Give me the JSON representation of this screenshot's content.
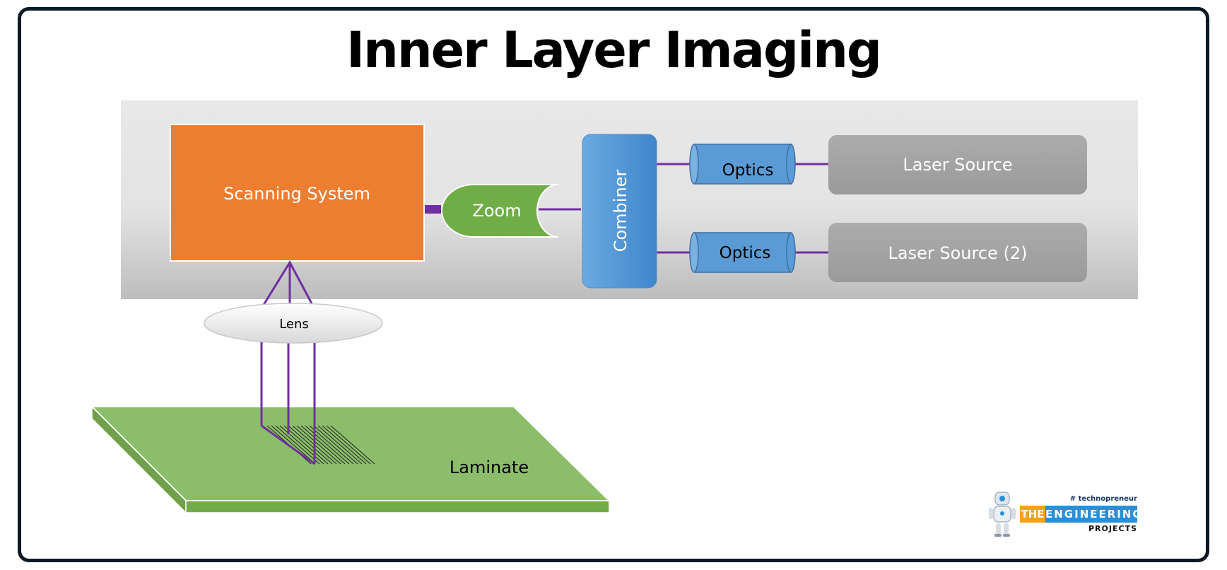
{
  "title": "Inner Layer Imaging",
  "blocks": {
    "scanning_system": "Scanning System",
    "zoom": "Zoom",
    "combiner": "Combiner",
    "optics_1": "Optics",
    "optics_2": "Optics",
    "laser_source_1": "Laser Source",
    "laser_source_2": "Laser Source (2)",
    "lens": "Lens",
    "laminate": "Laminate"
  },
  "logo": {
    "tagline": "# technopreneur",
    "word_the": "THE",
    "word_engineering": "ENGINEERING",
    "word_projects": "PROJECTS"
  },
  "colors": {
    "scanning_system": "#ed7d31",
    "zoom": "#70ad47",
    "combiner": "#5b9bd5",
    "optics": "#5b9bd5",
    "laser_source": "#a5a5a5",
    "laminate": "#8cbd6a",
    "beam": "#7030a0",
    "panel": "#e3e3e3"
  }
}
